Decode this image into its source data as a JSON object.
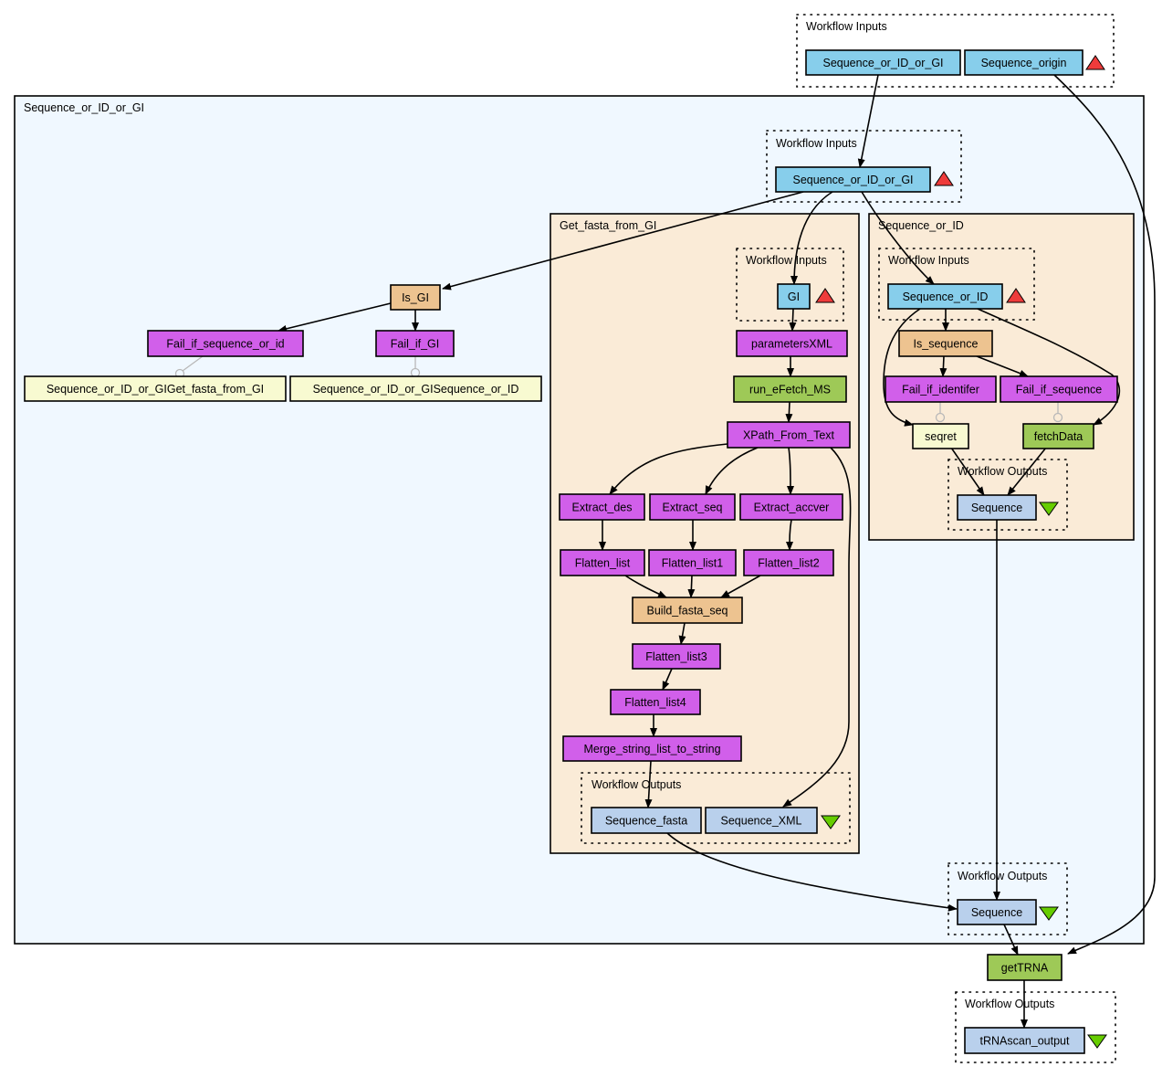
{
  "colors": {
    "input": "#87ceeb",
    "output": "#b9d0ec",
    "beanshell": "#d15fea",
    "wsdl": "#9ec957",
    "localworker": "#edc390",
    "stringconst": "#f8fad1",
    "nested_bg": "#f0f8ff",
    "nested_inner_bg": "#faebd7",
    "input_triangle": "#ee3b3b",
    "output_triangle": "#66cd00"
  },
  "clusters": {
    "top_inputs": {
      "title": "Workflow Inputs"
    },
    "outer": {
      "title": "Sequence_or_ID_or_GI"
    },
    "outer_inputs": {
      "title": "Workflow Inputs"
    },
    "gfg": {
      "title": "Get_fasta_from_GI"
    },
    "gfg_inputs": {
      "title": "Workflow Inputs"
    },
    "gfg_outputs": {
      "title": "Workflow Outputs"
    },
    "soi": {
      "title": "Sequence_or_ID"
    },
    "soi_inputs": {
      "title": "Workflow Inputs"
    },
    "soi_outputs": {
      "title": "Workflow Outputs"
    },
    "outer_outputs": {
      "title": "Workflow Outputs"
    },
    "final_outputs": {
      "title": "Workflow Outputs"
    }
  },
  "nodes": {
    "in_seq_gi": {
      "label": "Sequence_or_ID_or_GI",
      "type": "input"
    },
    "in_seq_origin": {
      "label": "Sequence_origin",
      "type": "input"
    },
    "inner_in_seq_gi": {
      "label": "Sequence_or_ID_or_GI",
      "type": "input"
    },
    "is_gi": {
      "label": "Is_GI",
      "type": "localworker"
    },
    "fail_seq_id": {
      "label": "Fail_if_sequence_or_id",
      "type": "beanshell"
    },
    "fail_gi": {
      "label": "Fail_if_GI",
      "type": "beanshell"
    },
    "const_gfg": {
      "label": "Sequence_or_ID_or_GIGet_fasta_from_GI",
      "type": "stringconst"
    },
    "const_soi": {
      "label": "Sequence_or_ID_or_GISequence_or_ID",
      "type": "stringconst"
    },
    "gi": {
      "label": "GI",
      "type": "input"
    },
    "parametersXML": {
      "label": "parametersXML",
      "type": "beanshell"
    },
    "run_efetch": {
      "label": "run_eFetch_MS",
      "type": "wsdl"
    },
    "xpath": {
      "label": "XPath_From_Text",
      "type": "beanshell"
    },
    "extract_des": {
      "label": "Extract_des",
      "type": "beanshell"
    },
    "extract_seq": {
      "label": "Extract_seq",
      "type": "beanshell"
    },
    "extract_accver": {
      "label": "Extract_accver",
      "type": "beanshell"
    },
    "flatten_list": {
      "label": "Flatten_list",
      "type": "beanshell"
    },
    "flatten_list1": {
      "label": "Flatten_list1",
      "type": "beanshell"
    },
    "flatten_list2": {
      "label": "Flatten_list2",
      "type": "beanshell"
    },
    "build_fasta": {
      "label": "Build_fasta_seq",
      "type": "localworker"
    },
    "flatten_list3": {
      "label": "Flatten_list3",
      "type": "beanshell"
    },
    "flatten_list4": {
      "label": "Flatten_list4",
      "type": "beanshell"
    },
    "merge": {
      "label": "Merge_string_list_to_string",
      "type": "beanshell"
    },
    "out_fasta": {
      "label": "Sequence_fasta",
      "type": "output"
    },
    "out_xml": {
      "label": "Sequence_XML",
      "type": "output"
    },
    "seq_or_id": {
      "label": "Sequence_or_ID",
      "type": "input"
    },
    "is_sequence": {
      "label": "Is_sequence",
      "type": "localworker"
    },
    "fail_identifer": {
      "label": "Fail_if_identifer",
      "type": "beanshell"
    },
    "fail_sequence": {
      "label": "Fail_if_sequence",
      "type": "beanshell"
    },
    "seqret": {
      "label": "seqret",
      "type": "stringconst"
    },
    "fetchData": {
      "label": "fetchData",
      "type": "wsdl"
    },
    "soi_out_seq": {
      "label": "Sequence",
      "type": "output"
    },
    "outer_out_seq": {
      "label": "Sequence",
      "type": "output"
    },
    "getTRNA": {
      "label": "getTRNA",
      "type": "wsdl"
    },
    "trnascan_output": {
      "label": "tRNAscan_output",
      "type": "output"
    }
  },
  "edges": [
    {
      "from": "in_seq_gi",
      "to": "inner_in_seq_gi",
      "kind": "data"
    },
    {
      "from": "in_seq_origin",
      "to": "getTRNA",
      "kind": "data"
    },
    {
      "from": "inner_in_seq_gi",
      "to": "is_gi",
      "kind": "data"
    },
    {
      "from": "inner_in_seq_gi",
      "to": "gi",
      "kind": "data"
    },
    {
      "from": "inner_in_seq_gi",
      "to": "seq_or_id",
      "kind": "data"
    },
    {
      "from": "is_gi",
      "to": "fail_seq_id",
      "kind": "data"
    },
    {
      "from": "is_gi",
      "to": "fail_gi",
      "kind": "data"
    },
    {
      "from": "fail_seq_id",
      "to": "const_gfg",
      "kind": "control"
    },
    {
      "from": "fail_gi",
      "to": "const_soi",
      "kind": "control"
    },
    {
      "from": "gi",
      "to": "parametersXML",
      "kind": "data"
    },
    {
      "from": "parametersXML",
      "to": "run_efetch",
      "kind": "data"
    },
    {
      "from": "run_efetch",
      "to": "xpath",
      "kind": "data"
    },
    {
      "from": "xpath",
      "to": "extract_des",
      "kind": "data"
    },
    {
      "from": "xpath",
      "to": "extract_seq",
      "kind": "data"
    },
    {
      "from": "xpath",
      "to": "extract_accver",
      "kind": "data"
    },
    {
      "from": "xpath",
      "to": "out_xml",
      "kind": "data"
    },
    {
      "from": "extract_des",
      "to": "flatten_list",
      "kind": "data"
    },
    {
      "from": "extract_seq",
      "to": "flatten_list1",
      "kind": "data"
    },
    {
      "from": "extract_accver",
      "to": "flatten_list2",
      "kind": "data"
    },
    {
      "from": "flatten_list",
      "to": "build_fasta",
      "kind": "data"
    },
    {
      "from": "flatten_list1",
      "to": "build_fasta",
      "kind": "data"
    },
    {
      "from": "flatten_list2",
      "to": "build_fasta",
      "kind": "data"
    },
    {
      "from": "build_fasta",
      "to": "flatten_list3",
      "kind": "data"
    },
    {
      "from": "flatten_list3",
      "to": "flatten_list4",
      "kind": "data"
    },
    {
      "from": "flatten_list4",
      "to": "merge",
      "kind": "data"
    },
    {
      "from": "merge",
      "to": "out_fasta",
      "kind": "data"
    },
    {
      "from": "out_fasta",
      "to": "outer_out_seq",
      "kind": "data"
    },
    {
      "from": "seq_or_id",
      "to": "is_sequence",
      "kind": "data"
    },
    {
      "from": "seq_or_id",
      "to": "seqret",
      "kind": "data"
    },
    {
      "from": "seq_or_id",
      "to": "fetchData",
      "kind": "data"
    },
    {
      "from": "is_sequence",
      "to": "fail_identifer",
      "kind": "data"
    },
    {
      "from": "is_sequence",
      "to": "fail_sequence",
      "kind": "data"
    },
    {
      "from": "fail_identifer",
      "to": "seqret",
      "kind": "control"
    },
    {
      "from": "fail_sequence",
      "to": "fetchData",
      "kind": "control"
    },
    {
      "from": "seqret",
      "to": "soi_out_seq",
      "kind": "data"
    },
    {
      "from": "fetchData",
      "to": "soi_out_seq",
      "kind": "data"
    },
    {
      "from": "soi_out_seq",
      "to": "outer_out_seq",
      "kind": "data"
    },
    {
      "from": "outer_out_seq",
      "to": "getTRNA",
      "kind": "data"
    },
    {
      "from": "getTRNA",
      "to": "trnascan_output",
      "kind": "data"
    }
  ]
}
